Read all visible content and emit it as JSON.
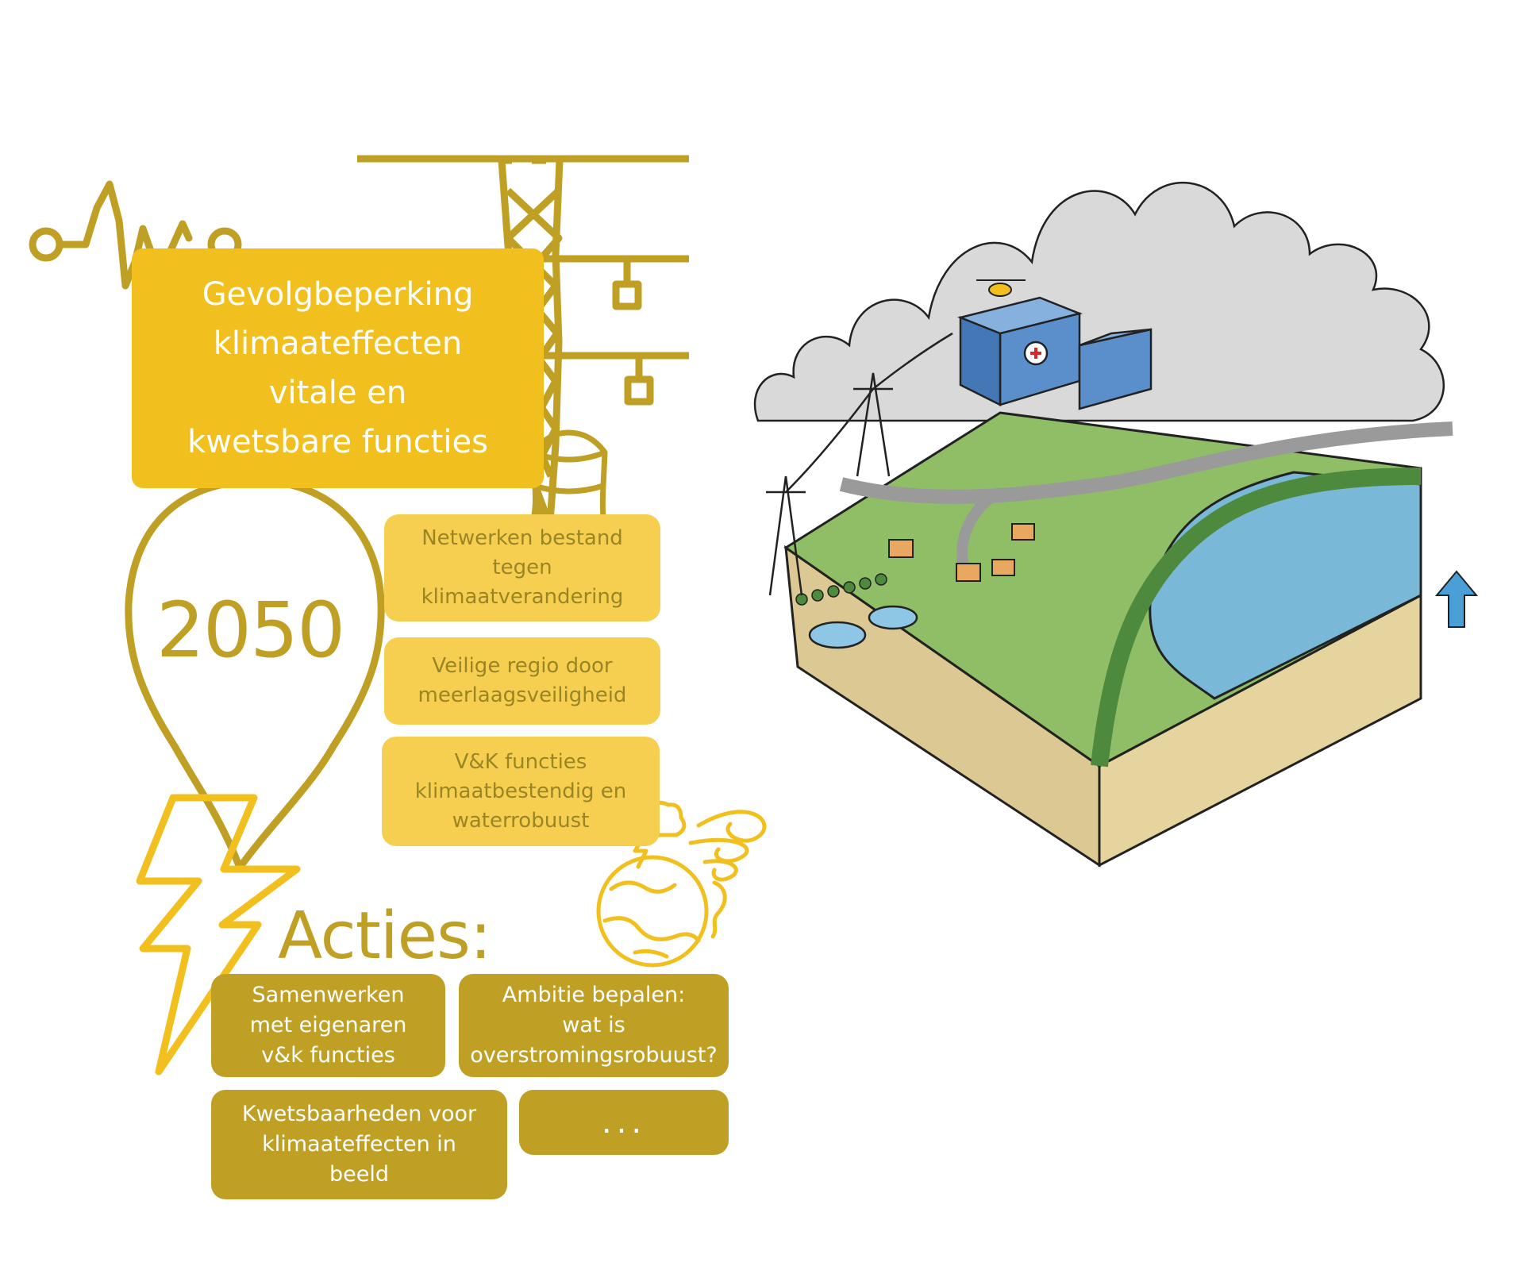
{
  "title": "Gevolgbeperking\nklimaateffecten\nvitale en\nkwetsbare functies",
  "year": "2050",
  "goals": [
    "Netwerken bestand\ntegen\nklimaatverandering",
    "Veilige regio door\nmeerlaagsveiligheid",
    "V&K functies\nklimaatbestendig en\nwaterrobuust"
  ],
  "actions_heading": "Acties:",
  "actions": [
    "Samenwerken\nmet eigenaren\nv&k functies",
    "Ambitie bepalen:\nwat is\noverstromingsrobuust?",
    "Kwetsbaarheden voor\nklimaateffecten in\nbeeld",
    "..."
  ],
  "colors": {
    "title_box": "#f2c01e",
    "goal_box": "#f7cf50",
    "action_box": "#c0a024",
    "outline_gold": "#c0a024",
    "outline_yellow": "#f2c01e"
  },
  "icons": [
    "signal-wave-icon",
    "power-pylon-icon",
    "sandbag-icon",
    "location-pin-icon",
    "lightning-bolt-icon",
    "storm-globe-icon",
    "climate-landscape-illustration"
  ]
}
